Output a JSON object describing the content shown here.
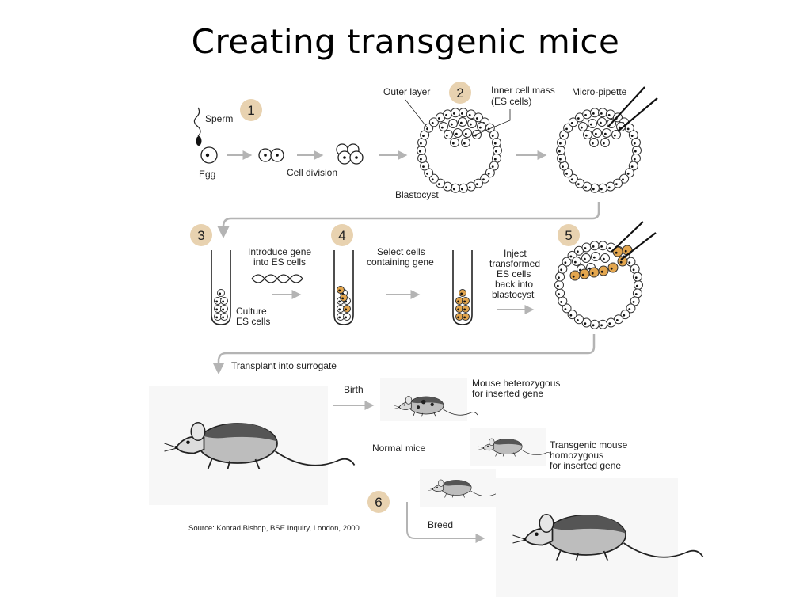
{
  "title": "Creating transgenic mice",
  "colors": {
    "badge_fill": "#e8d2b0",
    "es_cell_fill": "#e3a64e",
    "arrow": "#b4b4b4",
    "cell_stroke": "#333333"
  },
  "steps": {
    "s1": "1",
    "s2": "2",
    "s3": "3",
    "s4": "4",
    "s5": "5",
    "s6": "6"
  },
  "labels": {
    "sperm": "Sperm",
    "egg": "Egg",
    "cell_division": "Cell division",
    "outer_layer": "Outer layer",
    "inner_cell_mass_1": "Inner cell mass",
    "inner_cell_mass_2": "(ES cells)",
    "blastocyst": "Blastocyst",
    "micro_pipette": "Micro-pipette",
    "introduce_gene_1": "Introduce gene",
    "introduce_gene_2": "into ES cells",
    "culture_1": "Culture",
    "culture_2": "ES cells",
    "select_cells_1": "Select cells",
    "select_cells_2": "containing gene",
    "inject_1": "Inject",
    "inject_2": "transformed",
    "inject_3": "ES cells",
    "inject_4": "back into",
    "inject_5": "blastocyst",
    "transplant": "Transplant into surrogate",
    "birth": "Birth",
    "heterozygous_1": "Mouse heterozygous",
    "heterozygous_2": "for inserted gene",
    "normal_mice": "Normal mice",
    "homozygous_1": "Transgenic mouse",
    "homozygous_2": "homozygous",
    "homozygous_3": "for inserted gene",
    "breed": "Breed",
    "source": "Source: Konrad Bishop, BSE Inquiry, London, 2000"
  }
}
